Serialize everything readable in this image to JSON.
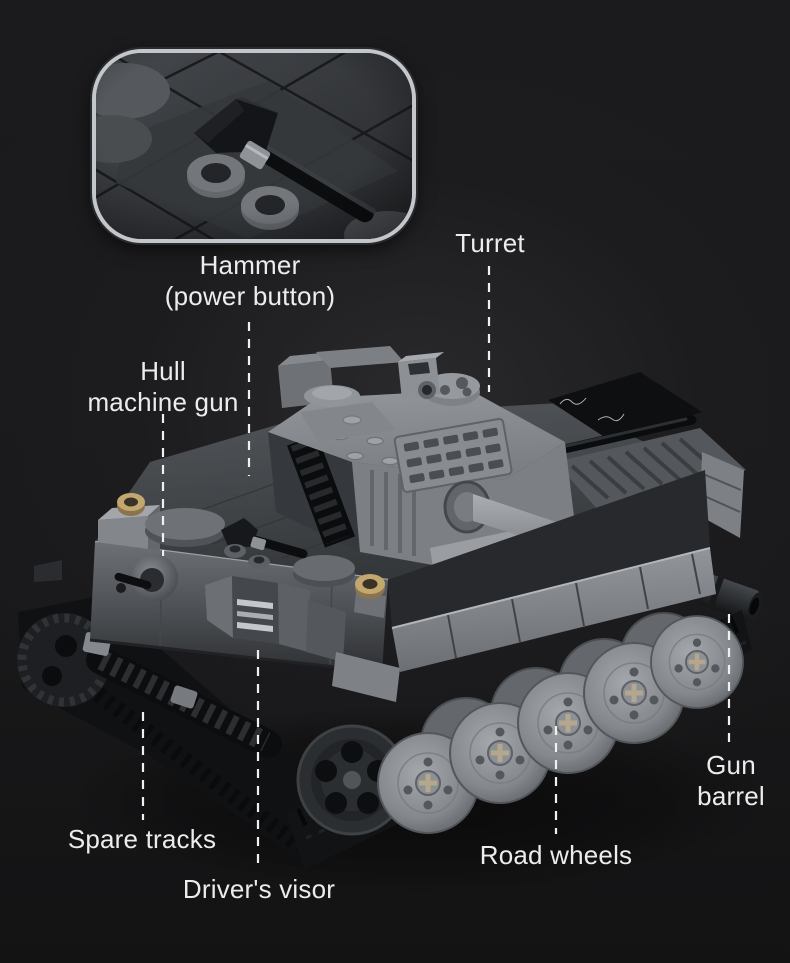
{
  "scene": {
    "description": "Product photo of a grey building-block Tiger tank with labelled parts on a dark background",
    "background_color": "#19191b",
    "label_text_color": "#ececec",
    "leader_line_color": "#f0f0f0"
  },
  "inset": {
    "name": "hammer-power-button-closeup",
    "border_color": "#c3c6ca"
  },
  "labels": {
    "hammer": {
      "line1": "Hammer",
      "line2": "(power button)"
    },
    "turret": {
      "text": "Turret"
    },
    "hull_machine_gun": {
      "line1": "Hull",
      "line2": "machine gun"
    },
    "spare_tracks": {
      "text": "Spare tracks"
    },
    "drivers_visor": {
      "text": "Driver's visor"
    },
    "road_wheels": {
      "text": "Road wheels"
    },
    "gun_barrel": {
      "line1": "Gun",
      "line2": "barrel"
    }
  },
  "tank_colors": {
    "plastic_light": "#9a9ea3",
    "plastic_mid": "#6e7277",
    "plastic_dark": "#3a3d41",
    "track_black": "#121315",
    "axle_tan": "#b5a78d",
    "periscope_gold": "#c2a76f",
    "spring_white": "#eceded"
  }
}
